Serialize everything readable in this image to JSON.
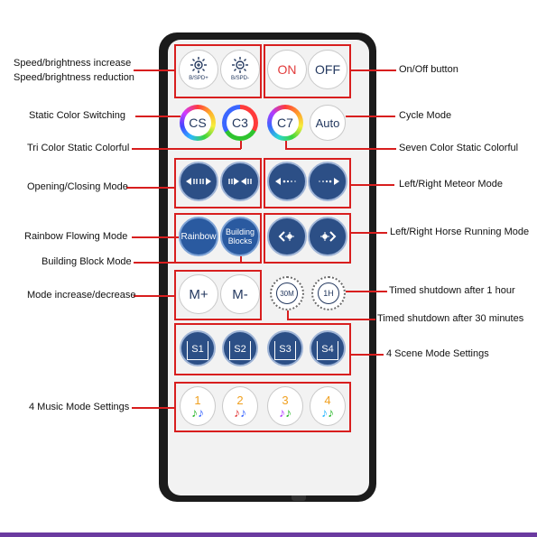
{
  "labels": {
    "speed_increase": "Speed/brightness increase",
    "speed_reduction": "Speed/brightness reduction",
    "on_off": "On/Off button",
    "static_switch": "Static Color Switching",
    "cycle_mode": "Cycle Mode",
    "tri_color": "Tri Color Static Colorful",
    "seven_color": "Seven Color Static Colorful",
    "open_close": "Opening/Closing Mode",
    "meteor": "Left/Right Meteor Mode",
    "rainbow_flow": "Rainbow Flowing Mode",
    "horse": "Left/Right Horse Running Mode",
    "building_block": "Building Block Mode",
    "mode_incdec": "Mode increase/decrease",
    "timed_1h": "Timed shutdown after 1 hour",
    "timed_30m": "Timed shutdown after 30 minutes",
    "scene_modes": "4 Scene Mode Settings",
    "music_modes": "4 Music Mode Settings"
  },
  "keys": {
    "spd_plus": "B/SPD+",
    "spd_minus": "B/SPD-",
    "on": "ON",
    "off": "OFF",
    "cs": "CS",
    "c3": "C3",
    "c7": "C7",
    "auto": "Auto",
    "rainbow": "Rainbow",
    "building": "Building",
    "blocks": "Blocks",
    "m_plus": "M+",
    "m_minus": "M-",
    "t30": "30M",
    "t1h": "1H",
    "s1": "S1",
    "s2": "S2",
    "s3": "S3",
    "s4": "S4",
    "music1": "1",
    "music2": "2",
    "music3": "3",
    "music4": "4"
  },
  "icons": {
    "brightness": "sun-icon",
    "open": "arrows-outward-icon",
    "close": "arrows-inward-icon",
    "meteor_left": "meteor-left-icon",
    "meteor_right": "meteor-right-icon",
    "horse_left": "horse-left-icon",
    "horse_right": "horse-right-icon",
    "music": "music-note-icon",
    "house": "house-icon"
  },
  "colors": {
    "accent_red": "#d81e1e",
    "key_text_blue": "#23385f",
    "scene_blue": "#2c4f86",
    "on_off_red": "#e23b3b",
    "music_orange": "#f0a020",
    "bottom_bar": "#6b3aa0"
  }
}
